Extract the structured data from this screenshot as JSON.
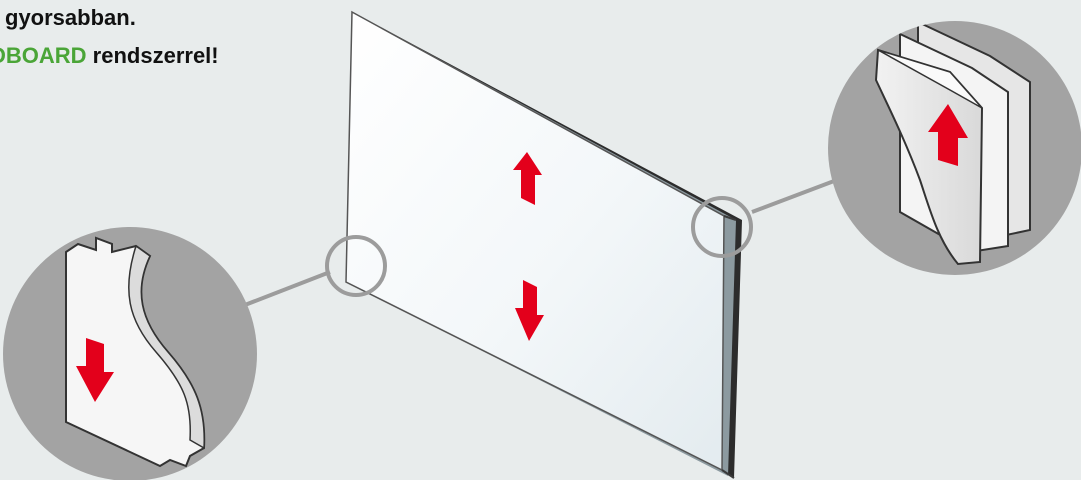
{
  "headline": {
    "line1": "gyorsabban.",
    "brand": "DBOARD",
    "line2_rest": " rendszerrel!"
  },
  "colors": {
    "background": "#e8ecec",
    "brand_green": "#4aa537",
    "arrow_red": "#e3001b",
    "detail_circle": "#a3a3a3",
    "connector_gray": "#9c9c9c"
  },
  "diagram": {
    "panel": "glass-panel",
    "arrows": [
      "red-arrow-up",
      "red-arrow-down"
    ],
    "details": [
      "detail-left-profile-down",
      "detail-right-profile-up"
    ]
  }
}
